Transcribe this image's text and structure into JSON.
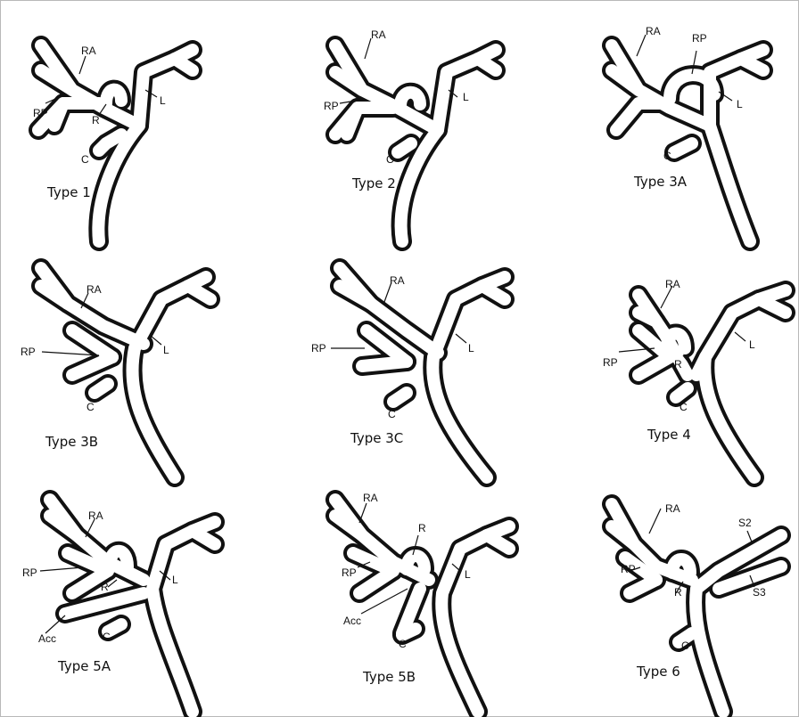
{
  "panels": [
    {
      "type_label": "Type 1",
      "labels": {
        "RA": "RA",
        "RP": "RP",
        "R": "R",
        "L": "L",
        "C": "C"
      }
    },
    {
      "type_label": "Type 2",
      "labels": {
        "RA": "RA",
        "RP": "RP",
        "L": "L",
        "C": "C"
      }
    },
    {
      "type_label": "Type 3A",
      "labels": {
        "RA": "RA",
        "RP": "RP",
        "L": "L",
        "C": "C"
      }
    },
    {
      "type_label": "Type 3B",
      "labels": {
        "RA": "RA",
        "RP": "RP",
        "L": "L",
        "C": "C"
      }
    },
    {
      "type_label": "Type 3C",
      "labels": {
        "RA": "RA",
        "RP": "RP",
        "L": "L",
        "C": "C"
      }
    },
    {
      "type_label": "Type 4",
      "labels": {
        "RA": "RA",
        "RP": "RP",
        "R": "R",
        "L": "L",
        "C": "C"
      }
    },
    {
      "type_label": "Type 5A",
      "labels": {
        "RA": "RA",
        "RP": "RP",
        "R": "R",
        "L": "L",
        "Acc": "Acc",
        "C": "C"
      }
    },
    {
      "type_label": "Type 5B",
      "labels": {
        "RA": "RA",
        "R": "R",
        "RP": "RP",
        "L": "L",
        "Acc": "Acc",
        "C": "C"
      }
    },
    {
      "type_label": "Type 6",
      "labels": {
        "RA": "RA",
        "RP": "RP",
        "R": "R",
        "S2": "S2",
        "S3": "S3",
        "C": "C"
      }
    }
  ]
}
